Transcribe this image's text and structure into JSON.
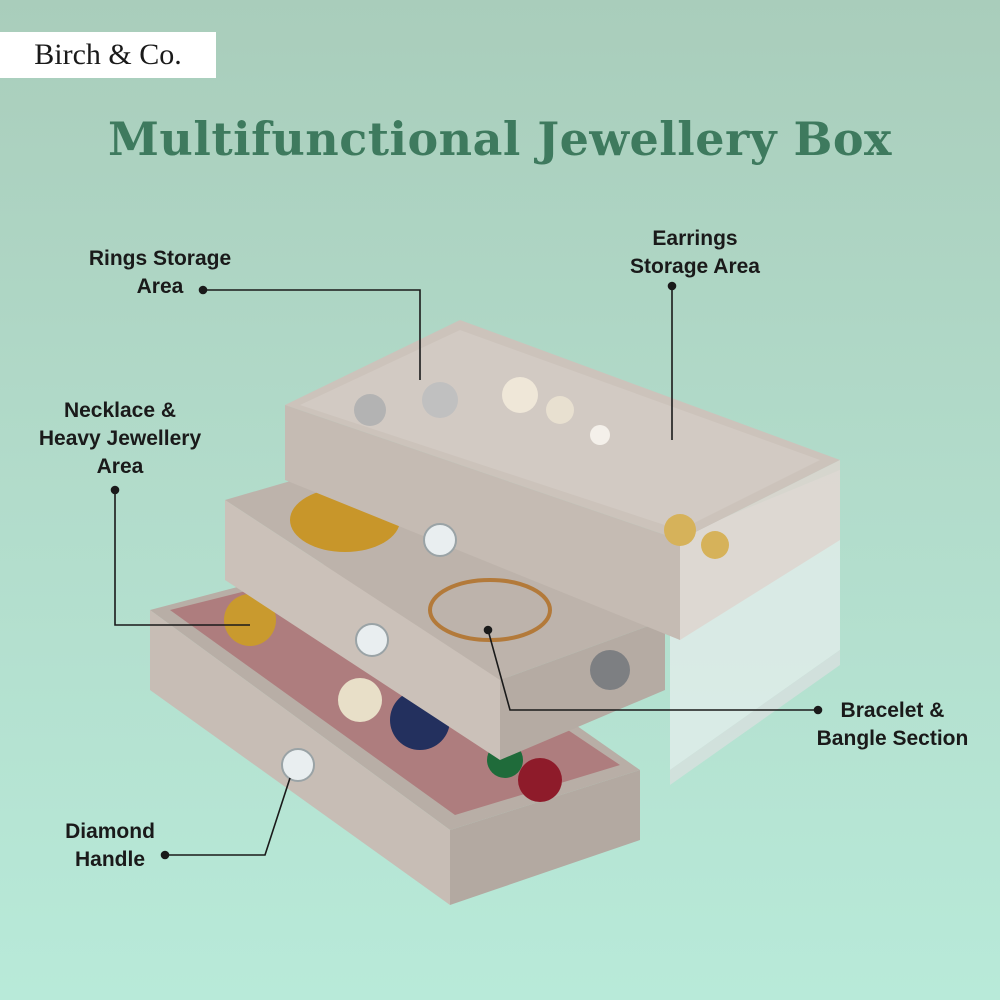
{
  "brand": "Birch & Co.",
  "title": "Multifunctional Jewellery Box",
  "labels": {
    "rings": [
      "Rings Storage",
      "Area"
    ],
    "earrings": [
      "Earrings",
      "Storage Area"
    ],
    "necklace": [
      "Necklace &",
      "Heavy Jewellery",
      "Area"
    ],
    "bracelet": [
      "Bracelet &",
      "Bangle Section"
    ],
    "handle": [
      "Diamond",
      "Handle"
    ]
  },
  "colors": {
    "accent": "#3e7a5e",
    "velvet": "#c9c0b8",
    "velvet_dark": "#a99f97"
  }
}
